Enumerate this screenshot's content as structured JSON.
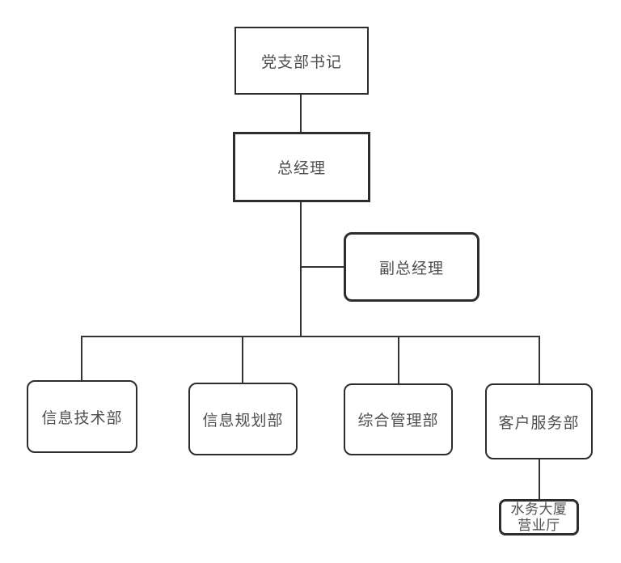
{
  "diagram": {
    "type": "org-chart",
    "background_color": "#ffffff",
    "box_fill_color": "#ffffff",
    "box_border_color": "#2d2d2d",
    "connector_color": "#333333",
    "text_color": "#4f4f4f",
    "nodes": {
      "party_secretary": {
        "label": "党支部书记",
        "shape": "rectangle"
      },
      "general_manager": {
        "label": "总经理",
        "shape": "rectangle"
      },
      "deputy_general_manager": {
        "label": "副总经理",
        "shape": "rounded-rectangle"
      },
      "it_dept": {
        "label": "信息技术部",
        "shape": "rounded-rectangle"
      },
      "info_planning_dept": {
        "label": "信息规划部",
        "shape": "rounded-rectangle"
      },
      "general_admin_dept": {
        "label": "综合管理部",
        "shape": "rounded-rectangle"
      },
      "customer_service_dept": {
        "label": "客户服务部",
        "shape": "rounded-rectangle"
      },
      "business_hall": {
        "label": "水务大厦营业厅",
        "label_line1": "水务大厦",
        "label_line2": "营业厅",
        "shape": "rounded-rectangle"
      }
    },
    "edges": [
      {
        "from": "party_secretary",
        "to": "general_manager"
      },
      {
        "from": "general_manager",
        "to": "deputy_general_manager"
      },
      {
        "from": "general_manager",
        "to": "it_dept"
      },
      {
        "from": "general_manager",
        "to": "info_planning_dept"
      },
      {
        "from": "general_manager",
        "to": "general_admin_dept"
      },
      {
        "from": "general_manager",
        "to": "customer_service_dept"
      },
      {
        "from": "customer_service_dept",
        "to": "business_hall"
      }
    ]
  }
}
